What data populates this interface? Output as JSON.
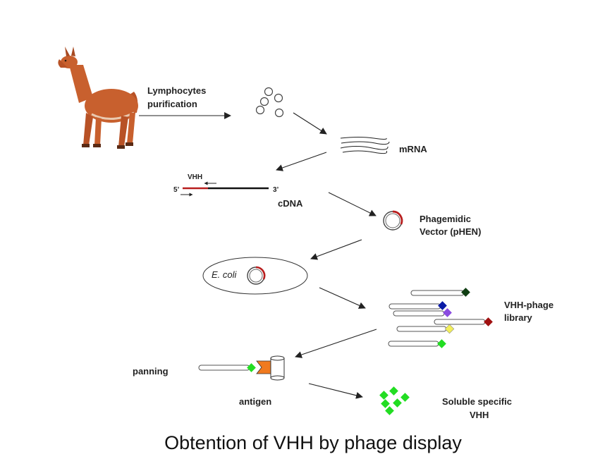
{
  "labels": {
    "lymphocytes_line1": "Lymphocytes",
    "lymphocytes_line2": "purification",
    "mrna": "mRNA",
    "vhh": "VHH",
    "five_prime": "5’",
    "three_prime": "3’",
    "cdna": "cDNA",
    "vector_line1": "Phagemidic",
    "vector_line2": "Vector (pHEN)",
    "ecoli": "E. coli",
    "library_line1": "VHH-phage",
    "library_line2": "library",
    "panning": "panning",
    "antigen": "antigen",
    "soluble_line1": "Soluble specific",
    "soluble_line2": "VHH"
  },
  "caption": "Obtention of VHH by phage display",
  "colors": {
    "llama": "#c8602e",
    "vhh_segment": "#b81e1e",
    "antigen": "#f07a1e",
    "vhh_green": "#22dd22",
    "tip_dark_green": "#0f3d12",
    "tip_blue": "#0a1aa6",
    "tip_purple": "#8a4be0",
    "tip_dark_red": "#a01010",
    "tip_yellow": "#f2ee5a"
  },
  "icons": [
    "llama-icon",
    "lymphocyte-cells-icon",
    "mrna-strands-icon",
    "plasmid-icon",
    "phage-icon",
    "antigen-icon",
    "vhh-fragment-icon"
  ]
}
